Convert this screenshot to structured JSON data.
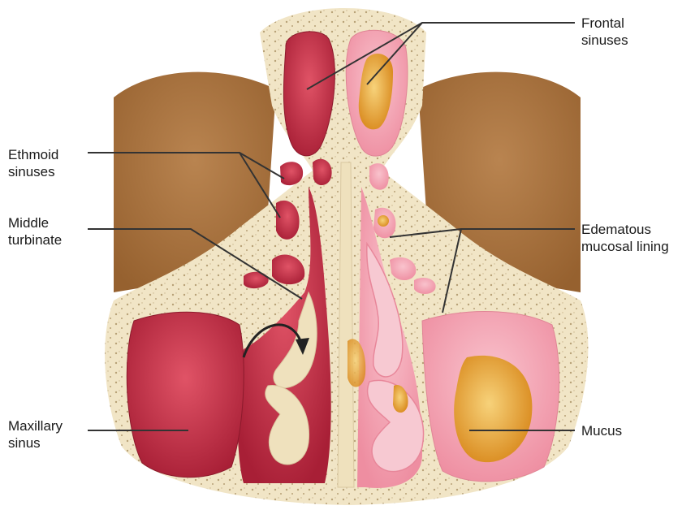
{
  "labels": {
    "frontal": {
      "line1": "Frontal",
      "line2": "sinuses"
    },
    "ethmoid": {
      "line1": "Ethmoid",
      "line2": "sinuses"
    },
    "middle_turbinate": {
      "line1": "Middle",
      "line2": "turbinate"
    },
    "edematous": {
      "line1": "Edematous",
      "line2": "mucosal lining"
    },
    "maxillary": {
      "line1": "Maxillary",
      "line2": "sinus"
    },
    "mucus": {
      "line1": "Mucus"
    }
  },
  "colors": {
    "bone": "#f0e4c4",
    "orbit": "#a5703f",
    "healthy_tissue": "#b8283e",
    "inflamed_lining": "#f2a0b0",
    "mucus": "#e8a52e",
    "leader_line": "#333333"
  },
  "icons": {
    "airflow": "curved-arrow-icon"
  }
}
